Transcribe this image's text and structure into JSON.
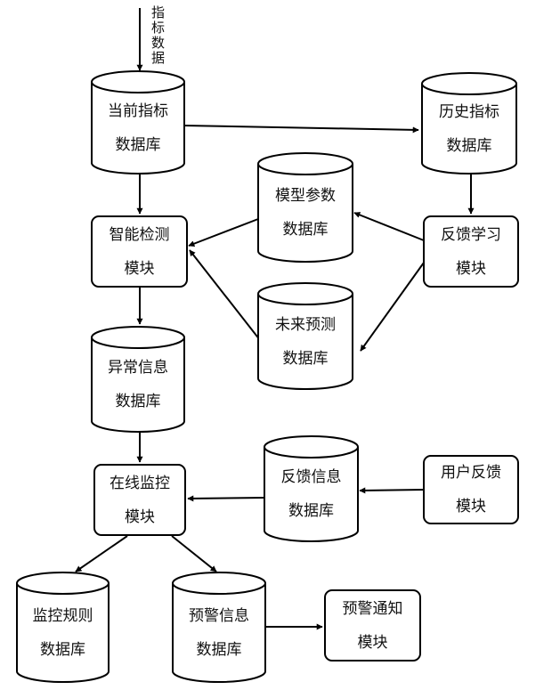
{
  "input": {
    "label": "指标数据"
  },
  "nodes": [
    {
      "id": "current-db",
      "kind": "db",
      "line1": "当前指标",
      "line2": "数据库"
    },
    {
      "id": "history-db",
      "kind": "db",
      "line1": "历史指标",
      "line2": "数据库"
    },
    {
      "id": "param-db",
      "kind": "db",
      "line1": "模型参数",
      "line2": "数据库"
    },
    {
      "id": "detect-module",
      "kind": "box",
      "line1": "智能检测",
      "line2": "模块"
    },
    {
      "id": "feedback-learn-module",
      "kind": "box",
      "line1": "反馈学习",
      "line2": "模块"
    },
    {
      "id": "forecast-db",
      "kind": "db",
      "line1": "未来预测",
      "line2": "数据库"
    },
    {
      "id": "anomaly-db",
      "kind": "db",
      "line1": "异常信息",
      "line2": "数据库"
    },
    {
      "id": "monitor-module",
      "kind": "box",
      "line1": "在线监控",
      "line2": "模块"
    },
    {
      "id": "feedback-db",
      "kind": "db",
      "line1": "反馈信息",
      "line2": "数据库"
    },
    {
      "id": "user-feedback-module",
      "kind": "box",
      "line1": "用户反馈",
      "line2": "模块"
    },
    {
      "id": "rule-db",
      "kind": "db",
      "line1": "监控规则",
      "line2": "数据库"
    },
    {
      "id": "alert-db",
      "kind": "db",
      "line1": "预警信息",
      "line2": "数据库"
    },
    {
      "id": "notify-module",
      "kind": "box",
      "line1": "预警通知",
      "line2": "模块"
    }
  ],
  "edges": [
    {
      "from": "input",
      "to": "current-db"
    },
    {
      "from": "current-db",
      "to": "history-db"
    },
    {
      "from": "current-db",
      "to": "detect-module"
    },
    {
      "from": "history-db",
      "to": "feedback-learn-module"
    },
    {
      "from": "feedback-learn-module",
      "to": "param-db"
    },
    {
      "from": "feedback-learn-module",
      "to": "forecast-db"
    },
    {
      "from": "param-db",
      "to": "detect-module"
    },
    {
      "from": "forecast-db",
      "to": "detect-module"
    },
    {
      "from": "detect-module",
      "to": "anomaly-db"
    },
    {
      "from": "anomaly-db",
      "to": "monitor-module"
    },
    {
      "from": "user-feedback-module",
      "to": "feedback-db"
    },
    {
      "from": "feedback-db",
      "to": "monitor-module"
    },
    {
      "from": "monitor-module",
      "to": "rule-db"
    },
    {
      "from": "monitor-module",
      "to": "alert-db"
    },
    {
      "from": "alert-db",
      "to": "notify-module"
    }
  ]
}
